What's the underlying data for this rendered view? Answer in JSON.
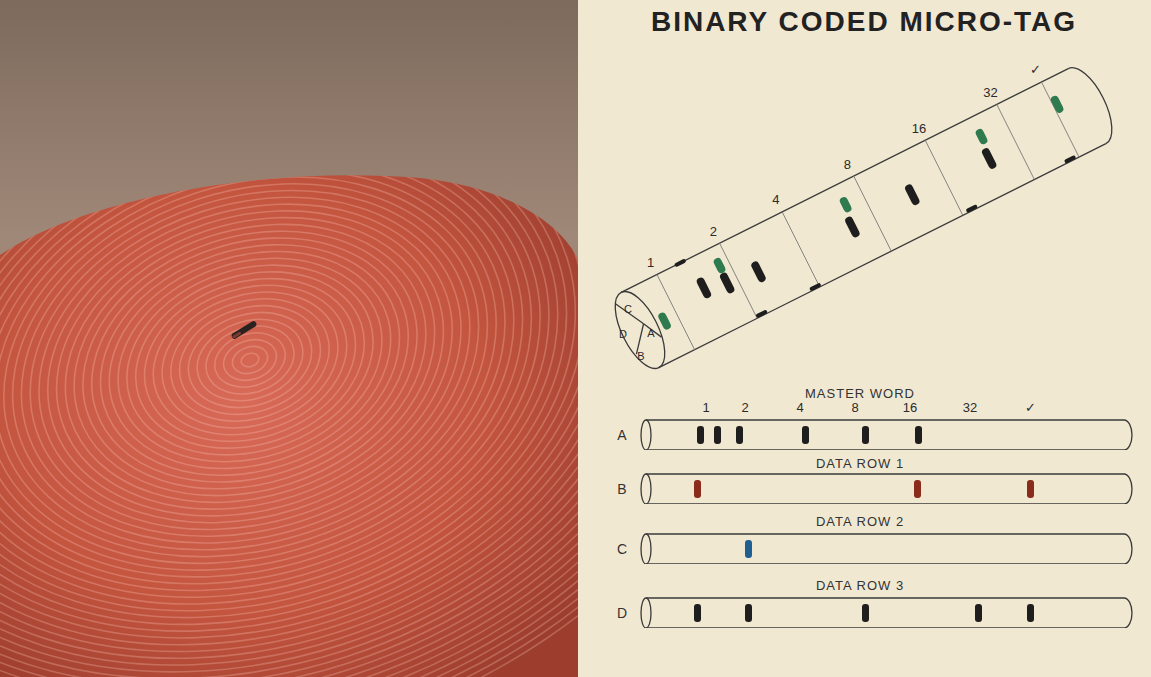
{
  "diagram": {
    "title": "BINARY CODED MICRO-TAG",
    "nodes": [
      {
        "text": [
          "MASTER WORD",
          "A"
        ]
      },
      {
        "text": [
          "DATA ROW 1",
          "B"
        ]
      },
      {
        "text": [
          "DATA ROW 2",
          "C"
        ]
      },
      {
        "text": [
          "DATA ROW 3",
          "D"
        ]
      }
    ],
    "labels": [
      "1",
      "2",
      "4",
      "8",
      "16",
      "32",
      "✓",
      "C",
      "D",
      "A",
      "B",
      "1",
      "2",
      "4",
      "8",
      "16",
      "32",
      "✓"
    ]
  }
}
